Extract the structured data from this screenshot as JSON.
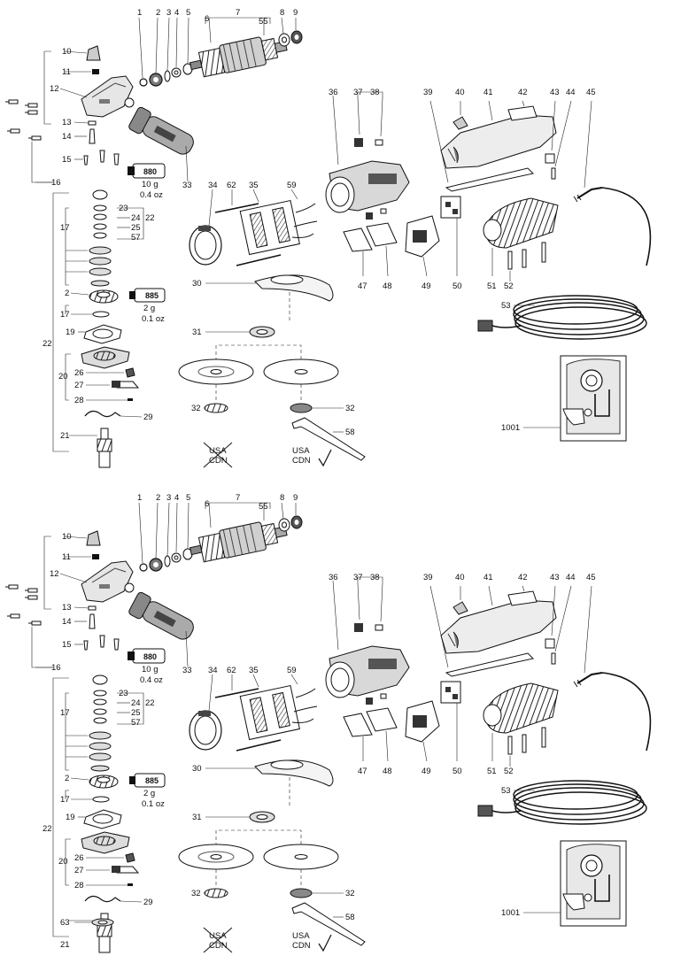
{
  "diagram": {
    "type": "exploded-parts-diagram",
    "panels": [
      {
        "labels": {
          "p1": "1",
          "p2": "2",
          "p3": "3",
          "p4": "4",
          "p5": "5",
          "p6": "6",
          "p7": "7",
          "p8": "8",
          "p9": "9",
          "p55": "55",
          "p10": "10",
          "p11": "11",
          "p12": "12",
          "p13": "13",
          "p14": "14",
          "p15": "15",
          "p16": "16",
          "p33": "33",
          "p34": "34",
          "p62": "62",
          "p35": "35",
          "p59": "59",
          "p36": "36",
          "p37": "37",
          "p38": "38",
          "p39": "39",
          "p40": "40",
          "p41": "41",
          "p42": "42",
          "p43": "43",
          "p44": "44",
          "p45": "45",
          "p17a": "17",
          "p23": "23",
          "p24": "24",
          "p22a": "22",
          "p25": "25",
          "p57": "57",
          "p2b": "2",
          "p17b": "17",
          "p19": "19",
          "p22b": "22",
          "p20": "20",
          "p26": "26",
          "p27": "27",
          "p28": "28",
          "p29": "29",
          "p21": "21",
          "p30": "30",
          "p31": "31",
          "p32a": "32",
          "p32b": "32",
          "p58": "58",
          "p47": "47",
          "p48": "48",
          "p49": "49",
          "p50": "50",
          "p51": "51",
          "p52": "52",
          "p53": "53",
          "p1001": "1001"
        },
        "tube_top": {
          "code": "880",
          "amount": "10 g",
          "amount_oz": "0.4 oz"
        },
        "tube_mid": {
          "code": "885",
          "amount": "2 g",
          "amount_oz": "0.1 oz"
        },
        "disc_left_note": [
          "USA",
          "CDN"
        ],
        "disc_right_note": [
          "USA",
          "CDN"
        ]
      },
      {
        "labels": {
          "p1": "1",
          "p2": "2",
          "p3": "3",
          "p4": "4",
          "p5": "5",
          "p6": "6",
          "p7": "7",
          "p8": "8",
          "p9": "9",
          "p55": "55",
          "p10": "10",
          "p11": "11",
          "p12": "12",
          "p13": "13",
          "p14": "14",
          "p15": "15",
          "p16": "16",
          "p33": "33",
          "p34": "34",
          "p62": "62",
          "p35": "35",
          "p59": "59",
          "p36": "36",
          "p37": "37",
          "p38": "38",
          "p39": "39",
          "p40": "40",
          "p41": "41",
          "p42": "42",
          "p43": "43",
          "p44": "44",
          "p45": "45",
          "p17a": "17",
          "p23": "23",
          "p24": "24",
          "p22a": "22",
          "p25": "25",
          "p57": "57",
          "p2b": "2",
          "p17b": "17",
          "p19": "19",
          "p22b": "22",
          "p20": "20",
          "p26": "26",
          "p27": "27",
          "p28": "28",
          "p29": "29",
          "p63": "63",
          "p21": "21",
          "p30": "30",
          "p31": "31",
          "p32a": "32",
          "p32b": "32",
          "p58": "58",
          "p47": "47",
          "p48": "48",
          "p49": "49",
          "p50": "50",
          "p51": "51",
          "p52": "52",
          "p53": "53",
          "p1001": "1001"
        },
        "tube_top": {
          "code": "880",
          "amount": "10 g",
          "amount_oz": "0.4 oz"
        },
        "tube_mid": {
          "code": "885",
          "amount": "2 g",
          "amount_oz": "0.1 oz"
        },
        "disc_left_note": [
          "USA",
          "CDN"
        ],
        "disc_right_note": [
          "USA",
          "CDN"
        ]
      }
    ]
  }
}
